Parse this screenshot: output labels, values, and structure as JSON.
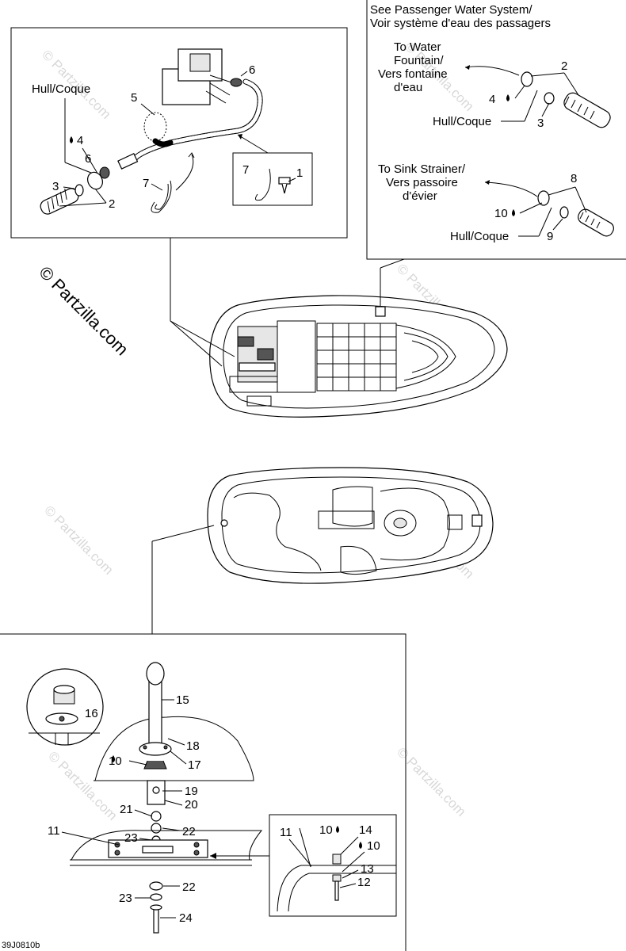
{
  "watermarks": {
    "main": "© Partzilla.com",
    "faint": "© Partzilla.com"
  },
  "diagram_code": "39J0810b",
  "top_right_panel": {
    "heading_line1": "See Passenger Water System/",
    "heading_line2": "Voir système d'eau des passagers",
    "fountain_line1": "To Water",
    "fountain_line2": "Fountain/",
    "fountain_line3": "Vers fontaine",
    "fountain_line4": "d'eau",
    "sink_line1": "To Sink Strainer/",
    "sink_line2": "Vers passoire",
    "sink_line3": "d'évier",
    "hull_label_a": "Hull/Coque",
    "hull_label_b": "Hull/Coque",
    "callouts": {
      "c2": "2",
      "c4": "4",
      "c3": "3",
      "c8": "8",
      "c10": "10",
      "c9": "9"
    }
  },
  "top_left_panel": {
    "hull_label": "Hull/Coque",
    "callouts": {
      "c5": "5",
      "c6a": "6",
      "c6b": "6",
      "c4": "4",
      "c3": "3",
      "c2": "2",
      "c7a": "7",
      "c7b": "7",
      "c1": "1"
    }
  },
  "bottom_panel": {
    "callouts": {
      "c15": "15",
      "c16": "16",
      "c18": "18",
      "c10": "10",
      "c17": "17",
      "c19": "19",
      "c20": "20",
      "c21": "21",
      "c11": "11",
      "c22a": "22",
      "c23a": "23",
      "c22b": "22",
      "c23b": "23",
      "c24": "24"
    }
  },
  "inset_panel": {
    "callouts": {
      "c11": "11",
      "c10a": "10",
      "c14": "14",
      "c10b": "10",
      "c13": "13",
      "c12": "12"
    }
  },
  "icons": [
    "sealant-drop-icon"
  ]
}
